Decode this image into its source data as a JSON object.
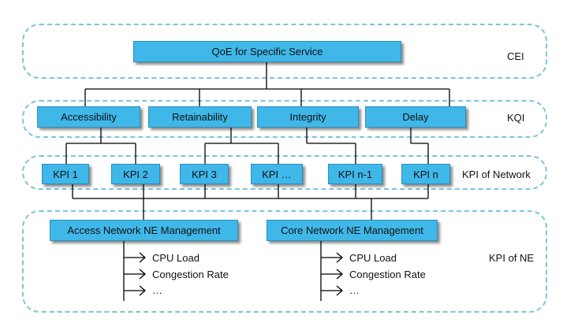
{
  "layers": {
    "cei": "CEI",
    "kqi": "KQI",
    "kpi_network": "KPI of Network",
    "kpi_ne": "KPI of NE"
  },
  "top": {
    "title": "QoE for Specific Service"
  },
  "kqi_items": [
    "Accessibility",
    "Retainability",
    "Integrity",
    "Delay"
  ],
  "kpi_items": [
    "KPI 1",
    "KPI 2",
    "KPI 3",
    "KPI …",
    "KPI n-1",
    "KPI n"
  ],
  "ne_management": [
    "Access Network NE Management",
    "Core Network NE Management"
  ],
  "ne_metrics": {
    "access": [
      "CPU Load",
      "Congestion Rate",
      "…"
    ],
    "core": [
      "CPU Load",
      "Congestion Rate",
      "…"
    ]
  }
}
